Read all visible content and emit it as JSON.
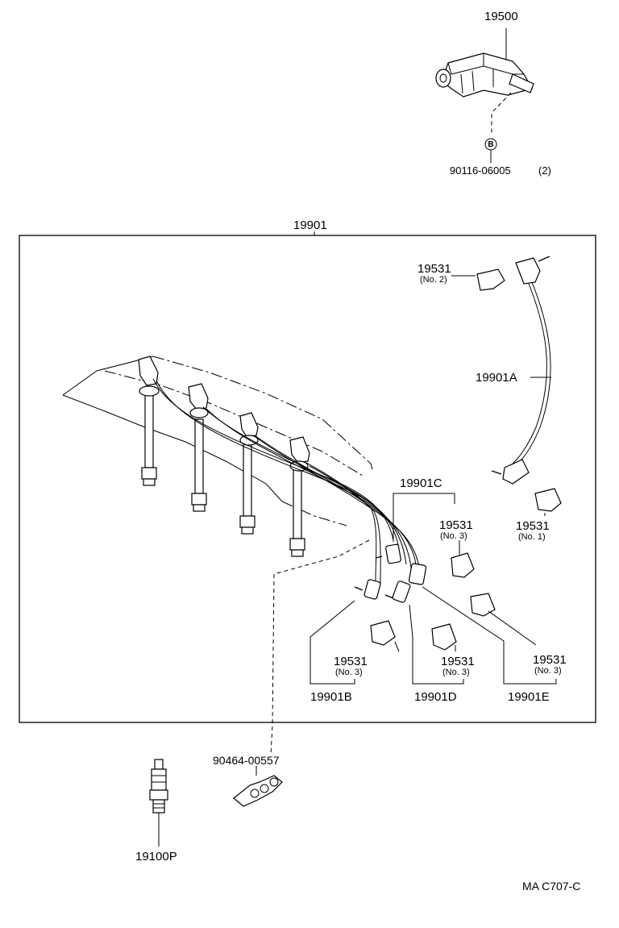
{
  "diagram": {
    "parts": {
      "ignition_coil": "19500",
      "coil_bolt": "90116-06005",
      "coil_bolt_qty": "(2)",
      "cord_set": "19901",
      "cord_a": "19901A",
      "cord_b": "19901B",
      "cord_c": "19901C",
      "cord_d": "19901D",
      "cord_e": "19901E",
      "spark_plug": "19100P",
      "clamp": "90464-00557"
    },
    "holders": [
      {
        "part": "19531",
        "note": "(No. 2)"
      },
      {
        "part": "19531",
        "note": "(No. 1)"
      },
      {
        "part": "19531",
        "note": "(No. 3)"
      },
      {
        "part": "19531",
        "note": "(No. 3)"
      },
      {
        "part": "19531",
        "note": "(No. 3)"
      },
      {
        "part": "19531",
        "note": "(No. 3)"
      }
    ],
    "bolt_marker": "B",
    "figure_code": "MA C707-C"
  }
}
